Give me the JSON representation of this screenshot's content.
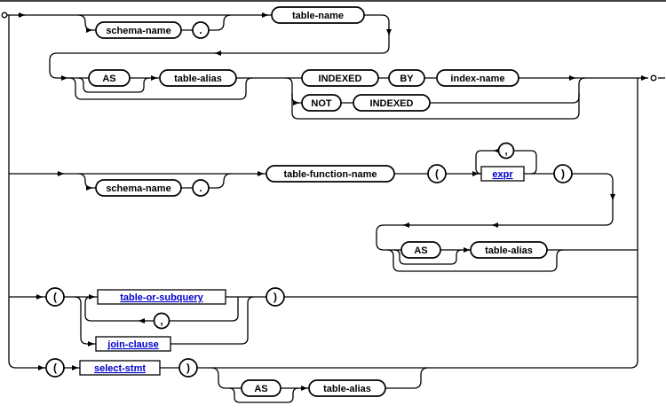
{
  "diagram": {
    "name": "table-or-subquery railroad syntax diagram",
    "type": "railroad-syntax-diagram",
    "colors": {
      "line": "#000000",
      "node_fill": "#ffffff",
      "terminal_text": "#000000",
      "nonterminal_link": "#0000cc",
      "background": "#ffffff"
    },
    "nodes": {
      "schema_name_top": {
        "label": "schema-name",
        "kind": "capsule"
      },
      "dot_top": {
        "label": ".",
        "kind": "circle"
      },
      "table_name": {
        "label": "table-name",
        "kind": "capsule"
      },
      "as_top": {
        "label": "AS",
        "kind": "capsule"
      },
      "table_alias_top": {
        "label": "table-alias",
        "kind": "capsule"
      },
      "indexed": {
        "label": "INDEXED",
        "kind": "capsule"
      },
      "by": {
        "label": "BY",
        "kind": "capsule"
      },
      "index_name": {
        "label": "index-name",
        "kind": "capsule"
      },
      "not": {
        "label": "NOT",
        "kind": "capsule"
      },
      "indexed_2": {
        "label": "INDEXED",
        "kind": "capsule"
      },
      "schema_name_mid": {
        "label": "schema-name",
        "kind": "capsule"
      },
      "dot_mid": {
        "label": ".",
        "kind": "circle"
      },
      "table_function_name": {
        "label": "table-function-name",
        "kind": "capsule"
      },
      "lparen_fn": {
        "label": "(",
        "kind": "circle"
      },
      "expr": {
        "label": "expr",
        "kind": "link"
      },
      "comma_fn": {
        "label": ",",
        "kind": "circle"
      },
      "rparen_fn": {
        "label": ")",
        "kind": "circle"
      },
      "as_mid": {
        "label": "AS",
        "kind": "capsule"
      },
      "table_alias_mid": {
        "label": "table-alias",
        "kind": "capsule"
      },
      "lparen_sub": {
        "label": "(",
        "kind": "circle"
      },
      "table_or_subquery": {
        "label": "table-or-subquery",
        "kind": "link"
      },
      "comma_sub": {
        "label": ",",
        "kind": "circle"
      },
      "join_clause": {
        "label": "join-clause",
        "kind": "link"
      },
      "rparen_sub": {
        "label": ")",
        "kind": "circle"
      },
      "lparen_sel": {
        "label": "(",
        "kind": "circle"
      },
      "select_stmt": {
        "label": "select-stmt",
        "kind": "link"
      },
      "rparen_sel": {
        "label": ")",
        "kind": "circle"
      },
      "as_bottom": {
        "label": "AS",
        "kind": "capsule"
      },
      "table_alias_bottom": {
        "label": "table-alias",
        "kind": "capsule"
      }
    }
  }
}
